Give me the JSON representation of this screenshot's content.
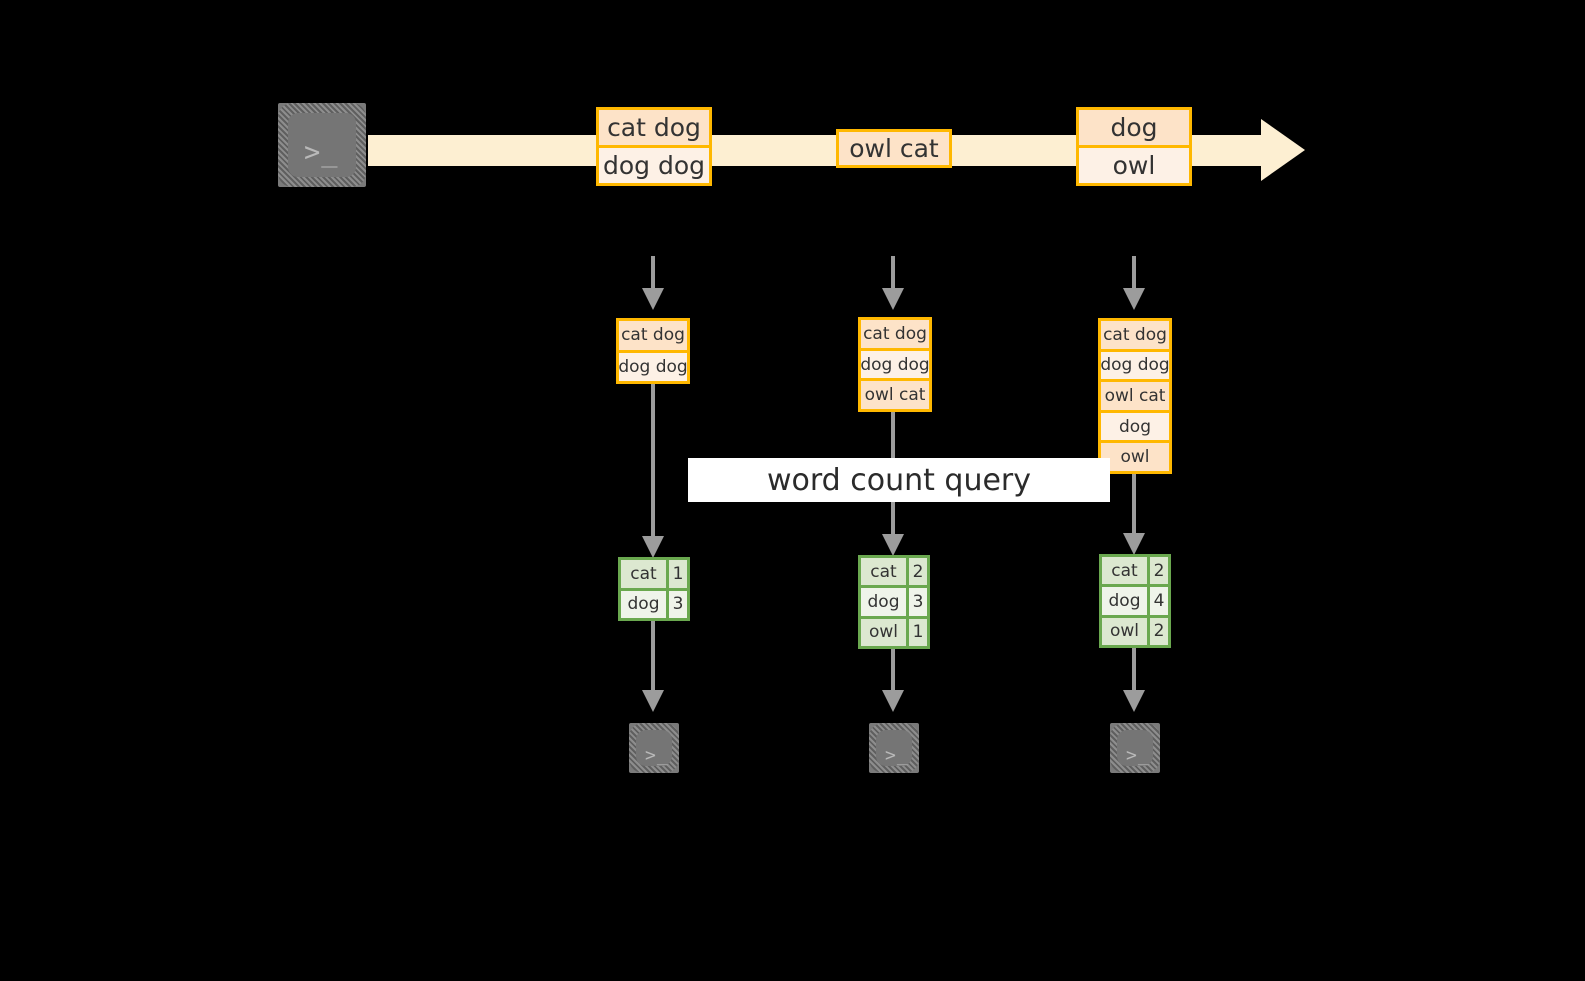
{
  "diagram": {
    "type": "dataflow-diagram",
    "background_color": "#000000",
    "colors": {
      "stream_arrow": "#FDEFD2",
      "record_border": "#FFB800",
      "record_fill_dark": "#FDE3C8",
      "record_fill_light": "#FDF1E6",
      "table_border": "#6AA84F",
      "table_fill_dark": "#DCE8D0",
      "table_fill_light": "#EFF4EA",
      "connector": "#9C9C9C",
      "terminal_icon": "#757575",
      "banner_bg": "#FFFFFF",
      "text": "#333333"
    },
    "stream": {
      "source_icon": "terminal-icon",
      "source_glyph": ">_",
      "records": [
        {
          "lines": [
            "cat dog",
            "dog dog"
          ]
        },
        {
          "lines": [
            "owl cat"
          ]
        },
        {
          "lines": [
            "dog",
            "owl"
          ]
        }
      ]
    },
    "banner": {
      "label": "word count query"
    },
    "snapshots": [
      {
        "input_icon": "terminal-icon",
        "input_glyph": ">_",
        "accumulated": [
          "cat dog",
          "dog dog"
        ],
        "counts": [
          {
            "word": "cat",
            "count": "1"
          },
          {
            "word": "dog",
            "count": "3"
          }
        ]
      },
      {
        "input_icon": "terminal-icon",
        "input_glyph": ">_",
        "accumulated": [
          "cat dog",
          "dog dog",
          "owl cat"
        ],
        "counts": [
          {
            "word": "cat",
            "count": "2"
          },
          {
            "word": "dog",
            "count": "3"
          },
          {
            "word": "owl",
            "count": "1"
          }
        ]
      },
      {
        "input_icon": "terminal-icon",
        "input_glyph": ">_",
        "accumulated": [
          "cat dog",
          "dog dog",
          "owl cat",
          "dog",
          "owl"
        ],
        "counts": [
          {
            "word": "cat",
            "count": "2"
          },
          {
            "word": "dog",
            "count": "4"
          },
          {
            "word": "owl",
            "count": "2"
          }
        ]
      }
    ]
  }
}
